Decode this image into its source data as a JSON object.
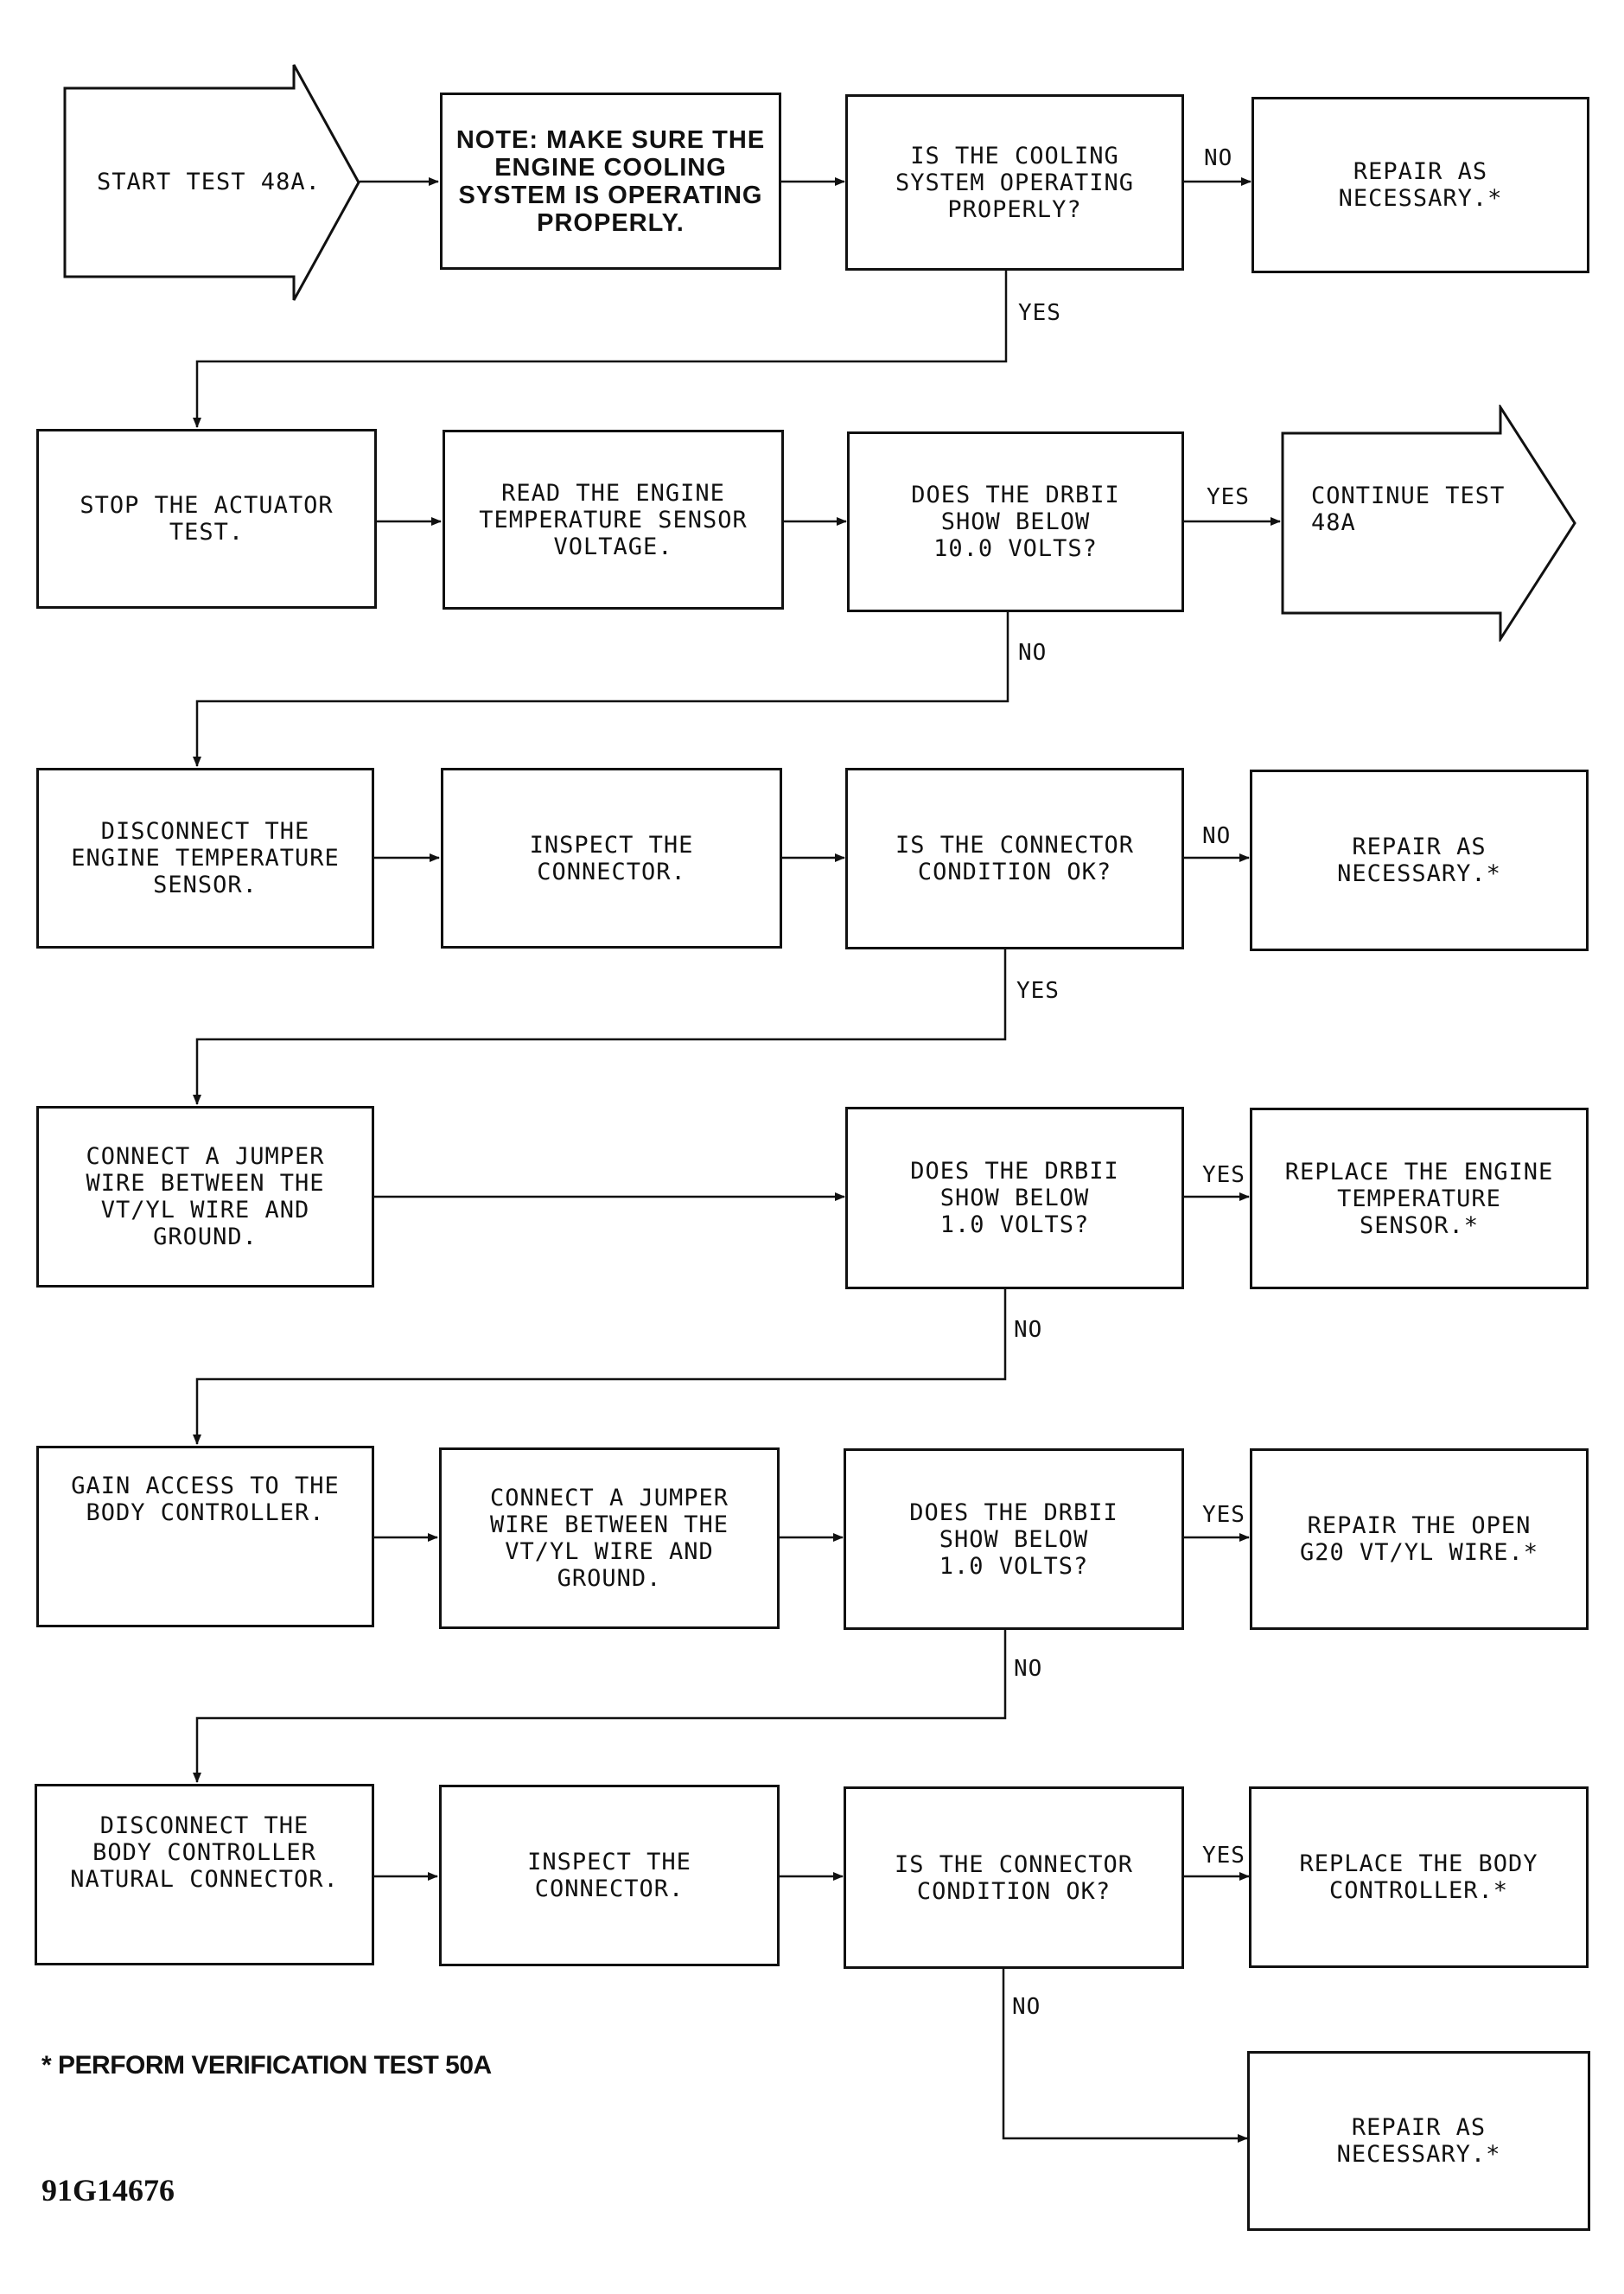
{
  "start": "START TEST 48A.",
  "continue_to": "CONTINUE TEST\n48A",
  "boxes": {
    "note": "NOTE:  MAKE SURE THE\nENGINE COOLING\nSYSTEM IS OPERATING\nPROPERLY.",
    "q_cooling": "IS THE COOLING\nSYSTEM OPERATING\nPROPERLY?",
    "r1_repair": "REPAIR AS\nNECESSARY.*",
    "stop_actuator": "STOP THE ACTUATOR\nTEST.",
    "read_voltage": "READ THE ENGINE\nTEMPERATURE SENSOR\nVOLTAGE.",
    "q_below_10": "DOES THE DRBII\nSHOW BELOW\n10.0 VOLTS?",
    "disconnect_sensor": "DISCONNECT THE\nENGINE TEMPERATURE\nSENSOR.",
    "inspect_connector_1": "INSPECT THE\nCONNECTOR.",
    "q_connector_1": "IS THE CONNECTOR\nCONDITION OK?",
    "r3_repair": "REPAIR AS\nNECESSARY.*",
    "jumper_1": "CONNECT A JUMPER\nWIRE BETWEEN THE\nVT/YL WIRE AND\nGROUND.",
    "q_below_1_a": "DOES THE DRBII\nSHOW BELOW\n1.0 VOLTS?",
    "replace_sensor": "REPLACE THE ENGINE\nTEMPERATURE\nSENSOR.*",
    "gain_access": "GAIN ACCESS TO THE\nBODY CONTROLLER.",
    "jumper_2": "CONNECT A JUMPER\nWIRE BETWEEN THE\nVT/YL WIRE AND\nGROUND.",
    "q_below_1_b": "DOES THE DRBII\nSHOW BELOW\n1.0 VOLTS?",
    "repair_open": "REPAIR THE OPEN\nG20 VT/YL WIRE.*",
    "disconnect_bc": "DISCONNECT THE\nBODY CONTROLLER\nNATURAL CONNECTOR.",
    "inspect_connector_2": "INSPECT THE\nCONNECTOR.",
    "q_connector_2": "IS THE CONNECTOR\nCONDITION OK?",
    "replace_bc": "REPLACE THE BODY\nCONTROLLER.*",
    "r7_repair": "REPAIR AS\nNECESSARY.*"
  },
  "labels": {
    "yes": "YES",
    "no": "NO"
  },
  "footnote": "* PERFORM VERIFICATION TEST 50A",
  "figure_id": "91G14676"
}
